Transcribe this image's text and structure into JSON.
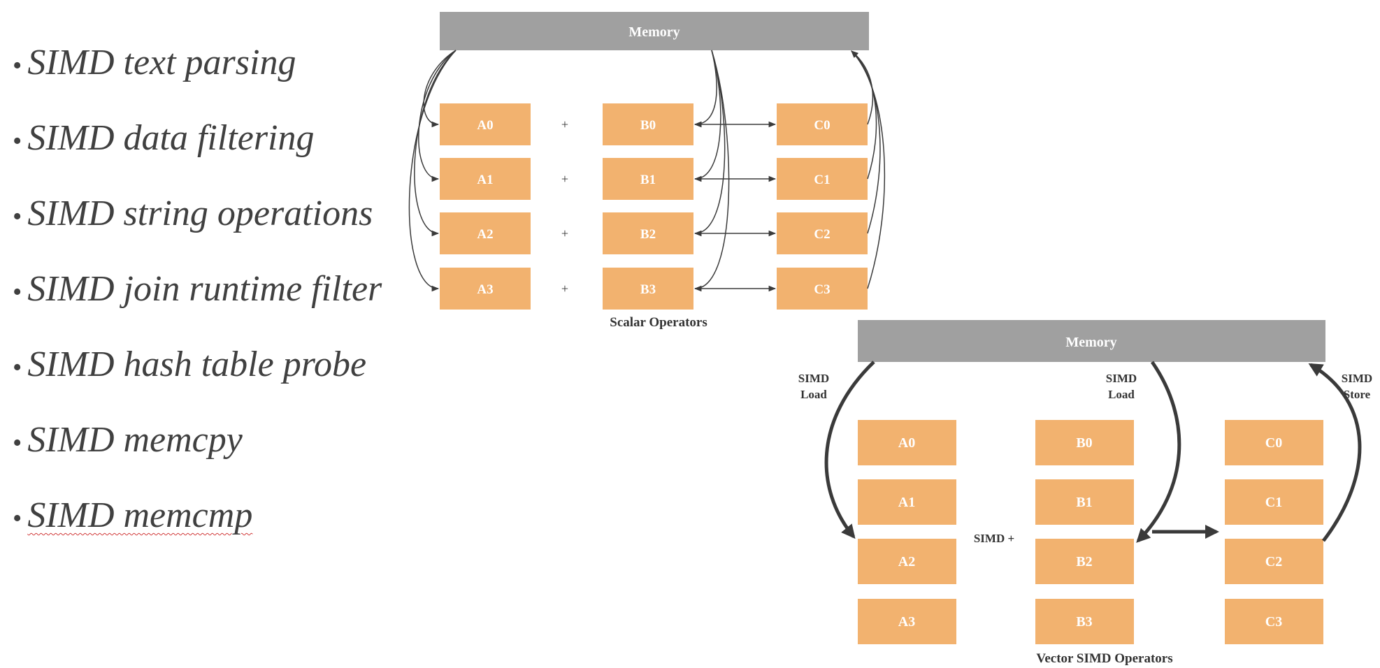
{
  "bullets": [
    "SIMD text parsing",
    "SIMD data filtering",
    "SIMD string operations",
    "SIMD join runtime filter",
    "SIMD hash table probe",
    "SIMD memcpy",
    "SIMD memcmp"
  ],
  "bullet_glyph": "•",
  "scalar": {
    "memory_label": "Memory",
    "a": [
      "A0",
      "A1",
      "A2",
      "A3"
    ],
    "b": [
      "B0",
      "B1",
      "B2",
      "B3"
    ],
    "c": [
      "C0",
      "C1",
      "C2",
      "C3"
    ],
    "plus": "+",
    "caption": "Scalar Operators"
  },
  "vector": {
    "memory_label": "Memory",
    "a": [
      "A0",
      "A1",
      "A2",
      "A3"
    ],
    "b": [
      "B0",
      "B1",
      "B2",
      "B3"
    ],
    "c": [
      "C0",
      "C1",
      "C2",
      "C3"
    ],
    "load_a": [
      "SIMD",
      "Load"
    ],
    "load_b": [
      "SIMD",
      "Load"
    ],
    "store_c": [
      "SIMD",
      "Store"
    ],
    "op": "SIMD +",
    "caption": "Vector SIMD Operators"
  },
  "colors": {
    "memory_bar": "#a0a0a0",
    "register_box": "#f2b26f",
    "bullet_text": "#404040",
    "arrow": "#3a3a3a"
  }
}
